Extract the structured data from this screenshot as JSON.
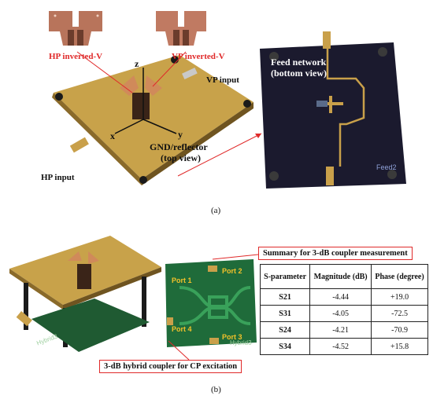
{
  "top": {
    "labels": {
      "hp_inverted_v": "HP inverted-V",
      "vp_inverted_v": "VP inverted-V",
      "vp_input": "VP input",
      "hp_input": "HP input",
      "gnd_reflector_line1": "GND/reflector",
      "gnd_reflector_line2": "(top view)",
      "feed_network_line1": "Feed network",
      "feed_network_line2": "(bottom view)",
      "feed2_silk": "Feed2",
      "axis_x": "x",
      "axis_y": "y",
      "axis_z": "z"
    },
    "caption": "(a)"
  },
  "bottom": {
    "coupler_ports": [
      "Port 1",
      "Port 2",
      "Port 3",
      "Port 4"
    ],
    "hybrid_silk": "Hybrid3",
    "hybrid_silk_left": "Hybrid3",
    "coupler_label": "3-dB hybrid coupler for CP excitation",
    "summary_title": "Summary for 3-dB coupler measurement",
    "table": {
      "headers": [
        "S-parameter",
        "Magnitude (dB)",
        "Phase (degree)"
      ],
      "rows": [
        [
          "S21",
          "-4.44",
          "+19.0"
        ],
        [
          "S31",
          "-4.05",
          "-72.5"
        ],
        [
          "S24",
          "-4.21",
          "-70.9"
        ],
        [
          "S34",
          "-4.52",
          "+15.8"
        ]
      ]
    },
    "caption": "(b)"
  },
  "colors": {
    "copper": "#c9884e",
    "gold_board": "#c8a24a",
    "dark_board": "#1b1a2e",
    "green_board": "#1f6b3a",
    "accent_red": "#e02a2a",
    "port_yellow": "#f2c22a"
  }
}
